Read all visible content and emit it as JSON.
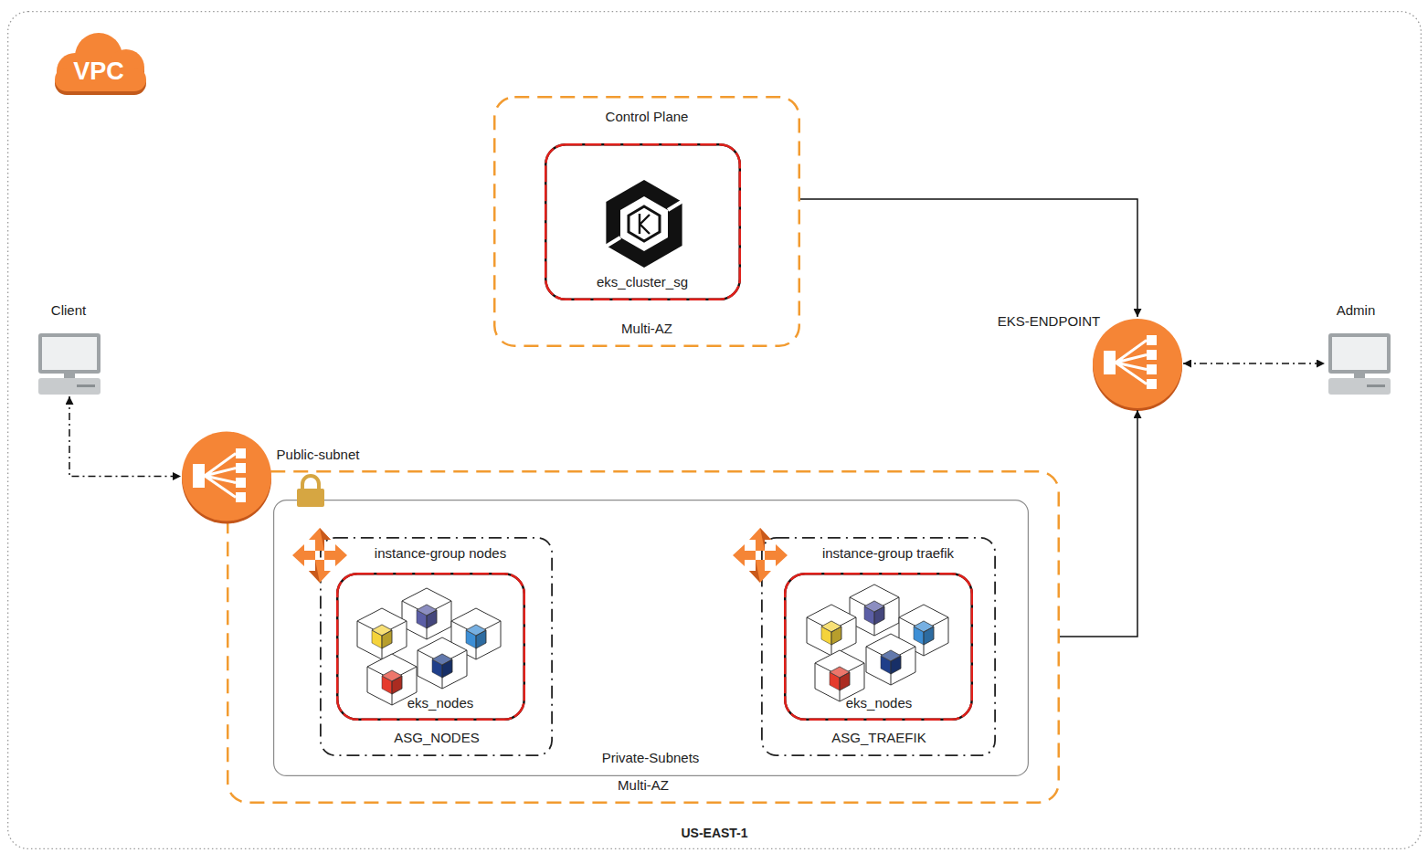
{
  "diagram": {
    "nodes": [
      {
        "text": [
          "VPC",
          "US-EAST-1"
        ]
      },
      {
        "text": [
          "Control Plane",
          "Multi-AZ"
        ],
        "in": 0
      },
      {
        "text": [
          "eks_cluster_sg"
        ],
        "in": 1
      },
      {
        "text": [
          "Client"
        ],
        "in": 0
      },
      {
        "text": [
          "EKS-ENDPOINT"
        ],
        "in": 0
      },
      {
        "text": [
          "Admin"
        ],
        "in": 0
      },
      {
        "text": [
          "Public-subnet"
        ],
        "in": 0
      },
      {
        "text": [
          "Multi-AZ"
        ],
        "in": 0
      },
      {
        "text": [
          "Private-Subnets"
        ],
        "in": 7
      },
      {
        "text": [
          "instance-group nodes",
          "ASG_NODES"
        ],
        "in": 8
      },
      {
        "text": [
          "eks_nodes"
        ],
        "in": 9
      },
      {
        "text": [
          "instance-group traefik",
          "ASG_TRAEFIK"
        ],
        "in": 8
      },
      {
        "text": [
          "eks_nodes"
        ],
        "in": 11
      }
    ],
    "edges": [
      {
        "from": 1,
        "to": 4,
        "arrow": "to"
      },
      {
        "from": 4,
        "to": 5,
        "arrow": "both"
      },
      {
        "from": 3,
        "to": 6,
        "arrow": "both"
      },
      {
        "from": 7,
        "to": 4,
        "arrow": "to"
      }
    ]
  }
}
